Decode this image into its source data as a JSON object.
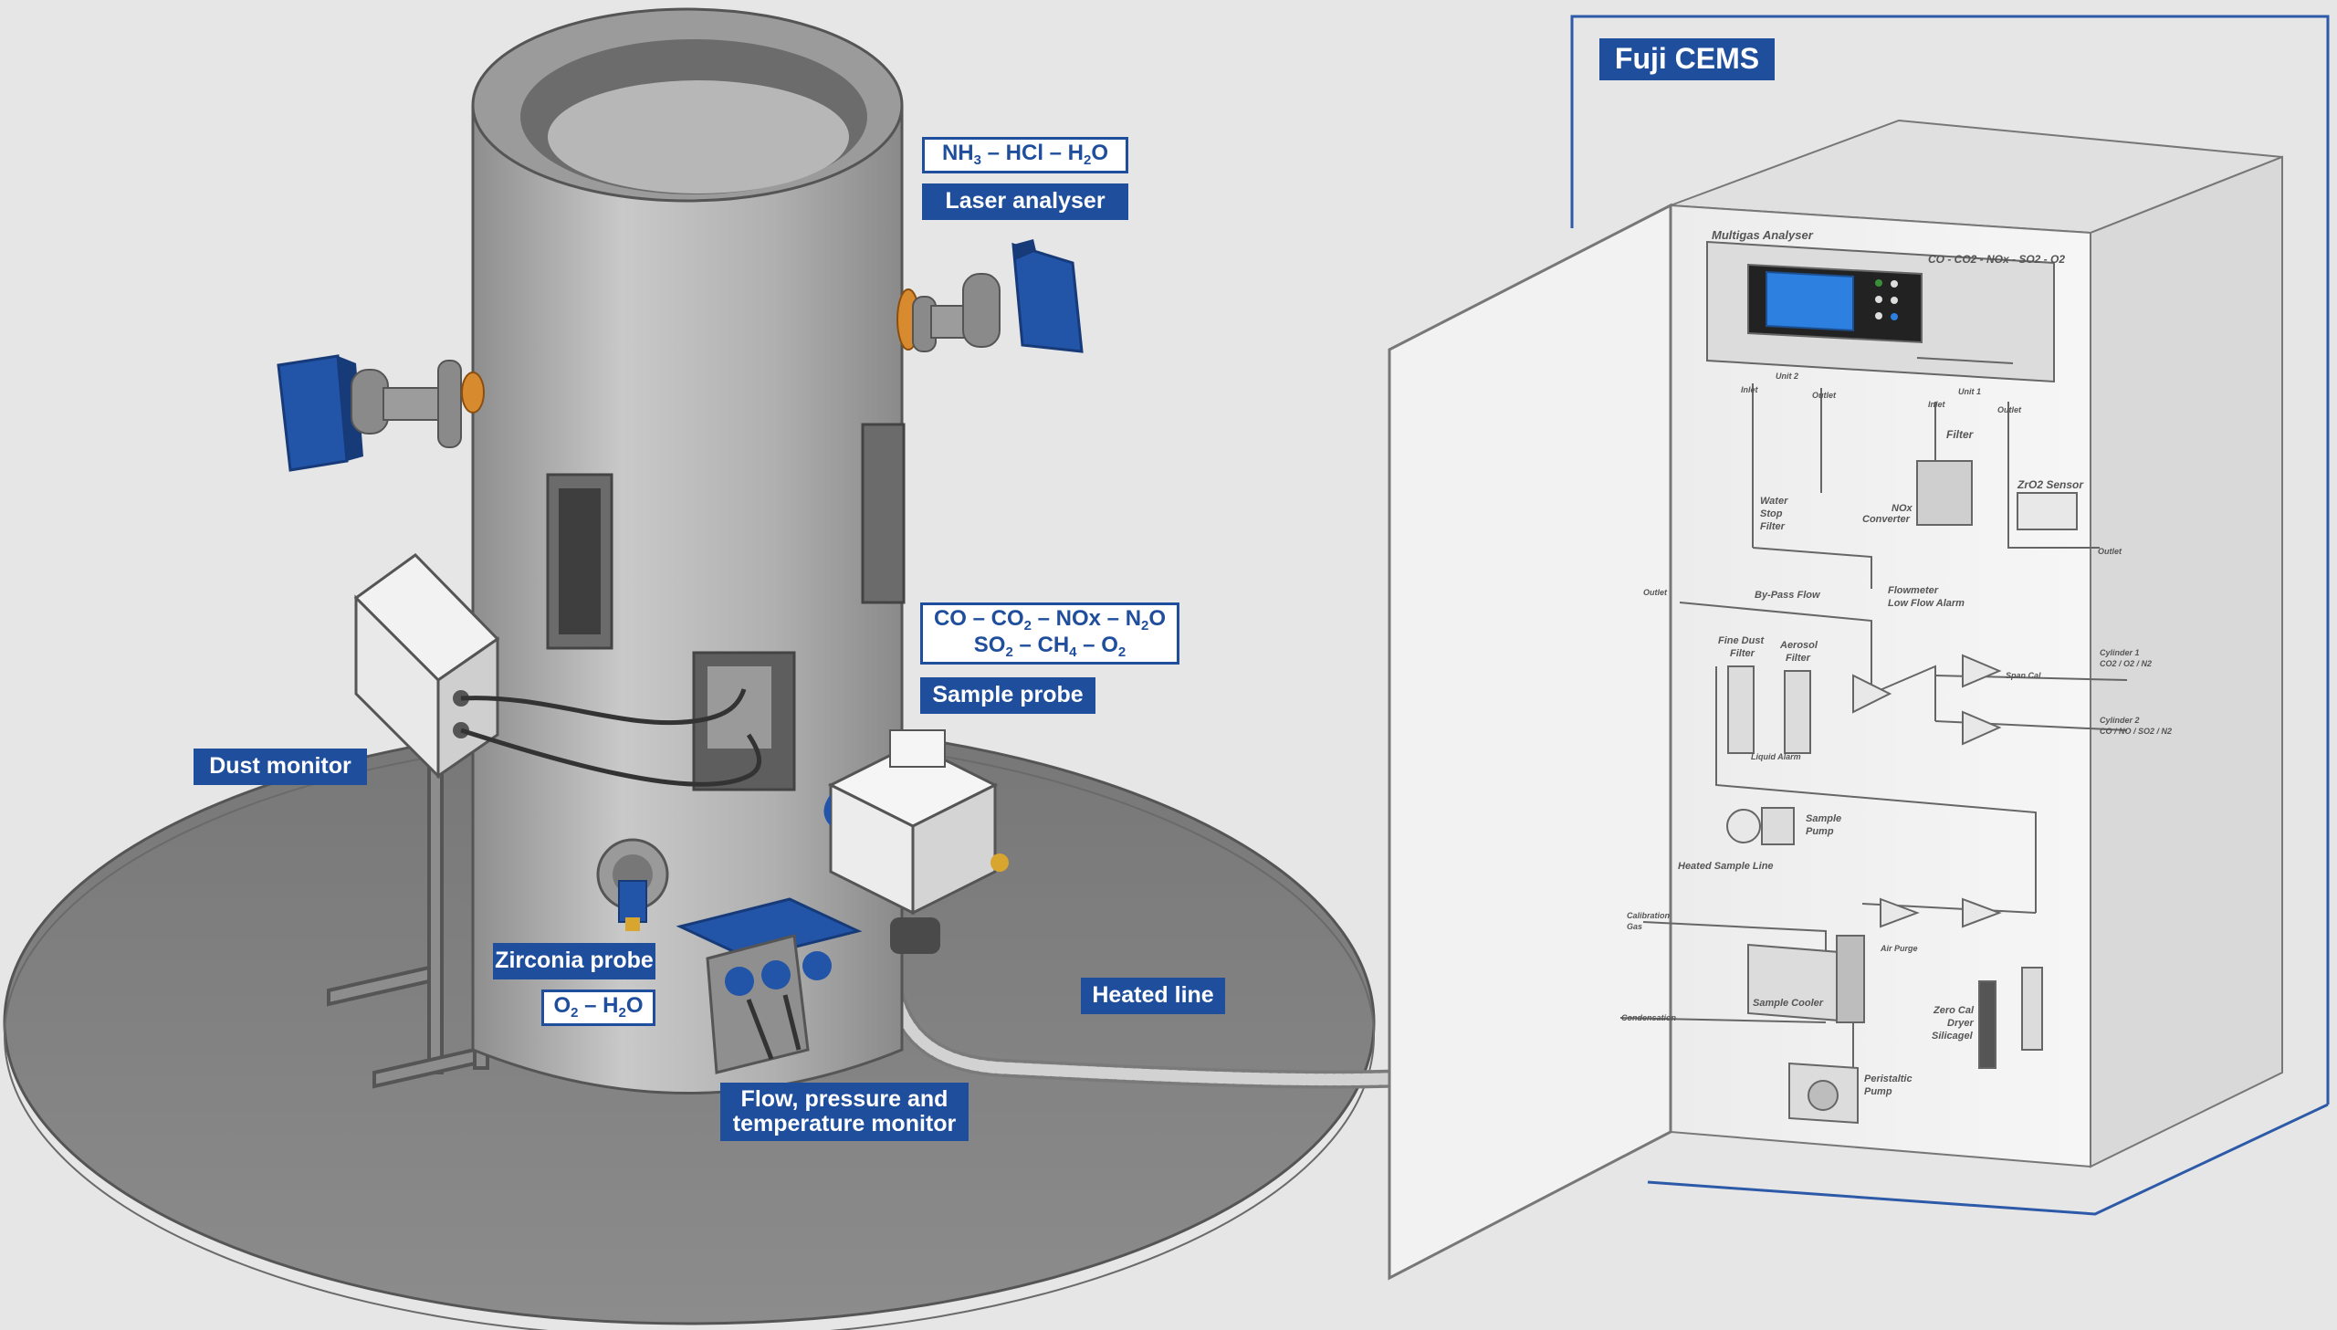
{
  "system_title": "Fuji CEMS",
  "labels": {
    "laser_gases": "NH3 – HCl – H2O",
    "laser_analyser": "Laser analyser",
    "sample_gases_line1": "CO – CO2 – NOx – N2O",
    "sample_gases_line2": "SO2 – CH4 – O2",
    "sample_probe": "Sample probe",
    "dust_monitor": "Dust monitor",
    "zirconia_probe": "Zirconia probe",
    "zirconia_gases": "O2 – H2O",
    "heated_line": "Heated line",
    "flow_monitor_line1": "Flow, pressure and",
    "flow_monitor_line2": "temperature monitor"
  },
  "cabinet": {
    "analyser_name": "Multigas Analyser",
    "analyser_gases": "CO - CO2 - NOx - SO2 - O2",
    "unit2": "Unit 2",
    "unit1": "Unit 1",
    "inlet_a": "Inlet",
    "outlet_a": "Outlet",
    "inlet_b": "Inlet",
    "outlet_b": "Outlet",
    "filter": "Filter",
    "water_stop_1": "Water",
    "water_stop_2": "Stop",
    "water_stop_3": "Filter",
    "nox_1": "NOx",
    "nox_2": "Converter",
    "zro2": "ZrO2 Sensor",
    "outlet_right": "Outlet",
    "outlet_left": "Outlet",
    "bypass": "By-Pass Flow",
    "flowmeter_1": "Flowmeter",
    "flowmeter_2": "Low Flow Alarm",
    "fine_dust_1": "Fine Dust",
    "fine_dust_2": "Filter",
    "aerosol_1": "Aerosol",
    "aerosol_2": "Filter",
    "span_cal": "Span Cal",
    "cyl1_1": "Cylinder 1",
    "cyl1_2": "CO2 / O2 / N2",
    "cyl2_1": "Cylinder 2",
    "cyl2_2": "CO / NO / SO2 / N2",
    "liquid_alarm": "Liquid Alarm",
    "sample_pump_1": "Sample",
    "sample_pump_2": "Pump",
    "heated_sample_line": "Heated Sample Line",
    "calib_1": "Calibration",
    "calib_2": "Gas",
    "air_purge": "Air Purge",
    "sample_cooler": "Sample Cooler",
    "zero_cal_1": "Zero Cal",
    "zero_cal_2": "Dryer",
    "zero_cal_3": "Silicagel",
    "condensation": "Condensation",
    "peristaltic_1": "Peristaltic",
    "peristaltic_2": "Pump"
  },
  "colors": {
    "brand_blue": "#1f4e9c",
    "background": "#e6e6e6",
    "platform": "#7f7f7f",
    "chimney": "#b5b5b5",
    "cabinet": "#f4f4f4"
  },
  "icons": {
    "laser_transmitter": "laser-transmitter-icon",
    "laser_receiver": "laser-receiver-icon",
    "dust_monitor_box": "dust-monitor-box-icon",
    "sample_probe_box": "sample-probe-box-icon",
    "zirconia_probe": "zirconia-probe-icon",
    "flow_monitor": "flow-monitor-icon"
  }
}
